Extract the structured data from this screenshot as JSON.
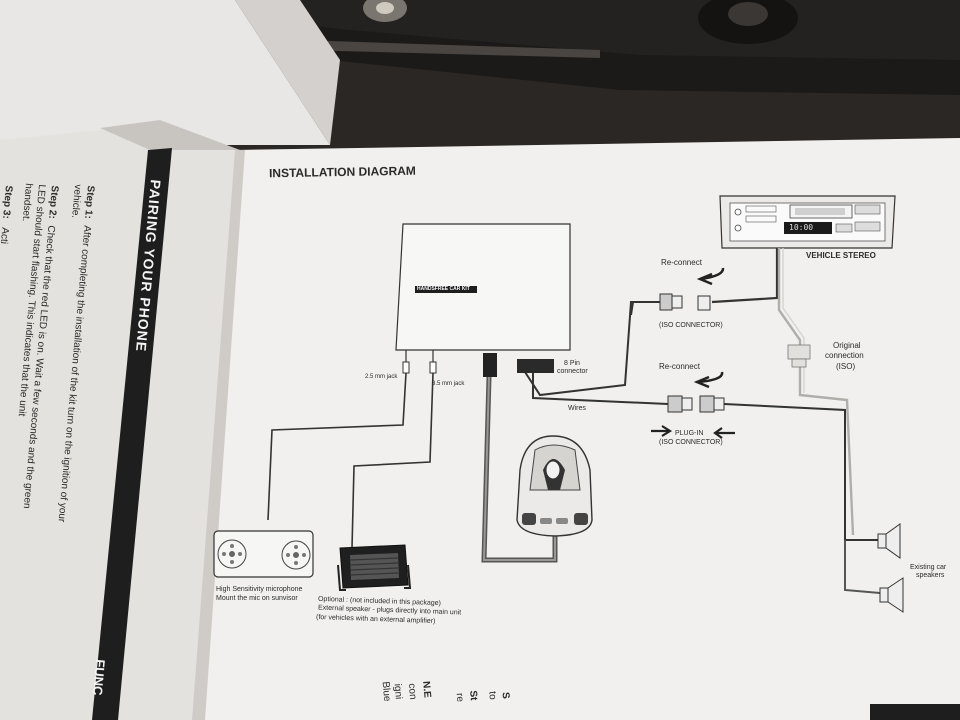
{
  "diagram": {
    "title": "INSTALLATION DIAGRAM",
    "unit_label": "HANDSFREE CAR KIT",
    "stereo_label": "VEHICLE STEREO",
    "stereo_display": "10:00",
    "reconnect_top": "Re-connect",
    "iso_connector_top": "(ISO CONNECTOR)",
    "original_connection": [
      "Original",
      "connection",
      "(ISO)"
    ],
    "eight_pin": [
      "8  Pin",
      "connector"
    ],
    "reconnect_bottom": "Re-connect",
    "wires": "Wires",
    "plug_in": "PLUG-IN",
    "iso_connector_bottom": "(ISO CONNECTOR)",
    "jack_25": "2.5 mm jack",
    "jack_35": "3.5 mm jack",
    "speakers": [
      "Existing car",
      "speakers"
    ],
    "mic_caption": [
      "High Sensitivity microphone",
      "Mount the mic on sunvisor"
    ],
    "speaker_caption": [
      "Optional : (not included in this package)",
      "External speaker - plugs directly into main unit",
      "(for vehicles with an external amplifier)"
    ]
  },
  "left_page": {
    "heading": "PAIRING YOUR PHONE",
    "step1_label": "Step 1:",
    "step1_text": "After completing the installation of the kit turn on the ignition of your",
    "step1_text2": "vehicle.",
    "step2_label": "Step 2:",
    "step2_text": "Check that the red LED is on.  Wait a few seconds and the green",
    "step2_text2": "LED should start flashing.  This indicates that the unit",
    "step2_text3": "handset.",
    "step3_label": "Step 3:",
    "step3_text": "Acti",
    "func_heading": "FUNC"
  },
  "right_edge_fragments": [
    "S",
    "to",
    "St",
    "re",
    "N.E",
    "con",
    "igni",
    "Blue"
  ]
}
